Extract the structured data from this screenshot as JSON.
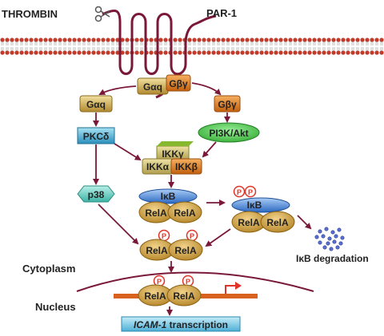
{
  "labels": {
    "thrombin": "THROMBIN",
    "par1": "PAR-1",
    "gaq": "Gαq",
    "gby": "Gβγ",
    "gaq_left": "Gαq",
    "gby_right": "Gβγ",
    "pkcd": "PKCδ",
    "pi3k": "PI3K/Akt",
    "ikkg": "IKKγ",
    "ikka": "IKKα",
    "ikkb": "IKKβ",
    "p38": "p38",
    "ikb_left": "IκB",
    "ikb_right": "IκB",
    "rela": "RelA",
    "p": "P",
    "ikb_degradation": "IκB degradation",
    "cytoplasm": "Cytoplasm",
    "nucleus": "Nucleus",
    "transcription_gene": "ICAM-1",
    "transcription_rest": " transcription"
  },
  "colors": {
    "membrane_head": "#c33a2a",
    "receptor": "#7a1838",
    "arrow": "#7a1838",
    "gold": "#c8a84a",
    "orange": "#d9781f",
    "cyan": "#3aa7cf",
    "green": "#3bbf3b",
    "olive": "#c9b86a",
    "blue": "#2f74c9",
    "tan": "#c4932b",
    "dna": "#d9621e",
    "p_red": "#e0342a"
  }
}
